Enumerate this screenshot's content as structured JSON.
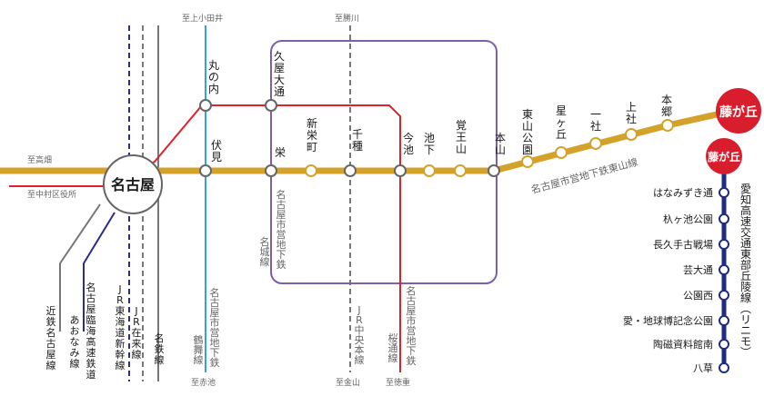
{
  "colors": {
    "higashiyama": "#D4A22A",
    "tsurumai": "#33A3DC",
    "sakuradori": "#E0202A",
    "meijo": "#7D5FAF",
    "linimo": "#1E2B87",
    "jr": "#2B2B90",
    "gray": "#777777",
    "station_fill": "#ffffff",
    "terminal": "#D81E2C"
  },
  "labels": {
    "to_takabata": "至高畑",
    "to_nakamura_kuyakusho": "至中村区役所",
    "to_kamiotai": "至上小田井",
    "to_kachigawa": "至勝川",
    "to_akaike": "至赤池",
    "to_kanayama": "至金山",
    "to_tokushige": "至徳重",
    "higashiyama_line": "名古屋市営地下鉄東山線",
    "meijo_line": "名古屋市営地下鉄名城線",
    "tsurumai_line": "名古屋市営地下鉄鶴舞線",
    "sakuradori_line": "名古屋市営地下鉄桜通線",
    "kintetsu": "近鉄名古屋線",
    "aonami": "名古屋臨海高速鉄道あおなみ線",
    "jr_shinkansen": "JR東海道新幹線",
    "jr_zairaisen": "JR在来線",
    "meitetsu": "名鉄線",
    "jr_chuo": "JR中央本線",
    "linimo": "愛知高速交通東部丘陵線（リニモ）"
  },
  "stations": {
    "nagoya": "名古屋",
    "fushimi": "伏見",
    "maru_no_uchi": "丸の内",
    "hisaya_odori": "久屋大通",
    "sakae": "栄",
    "shinsakaemachi": "新栄町",
    "chikusa": "千種",
    "imaike": "今池",
    "ikeshita": "池下",
    "kakuozan": "覚王山",
    "motoyama": "本山",
    "higashiyama_koen": "東山公園",
    "hoshigaoka": "星ヶ丘",
    "issha": "一社",
    "kamiyashiro": "上社",
    "hongo": "本郷",
    "fujigaoka_main": "藤が丘",
    "fujigaoka_linimo": "藤が丘",
    "linimo_stations": [
      "はなみずき通",
      "杁ヶ池公園",
      "長久手古戦場",
      "芸大通",
      "公園西",
      "愛・地球博記念公園",
      "陶磁資料館南",
      "八草"
    ]
  }
}
